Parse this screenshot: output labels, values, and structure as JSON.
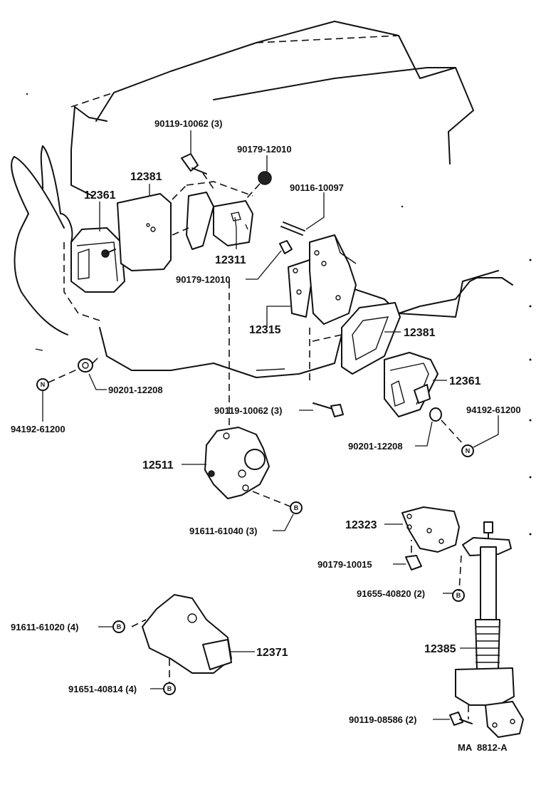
{
  "parts": {
    "p12361_left": "12361",
    "p12381_left": "12381",
    "p90119_top": "90119-10062 (3)",
    "p90179_top": "90179-12010",
    "p90116": "90116-10097",
    "p12311": "12311",
    "p90179_mid": "90179-12010",
    "p12315": "12315",
    "p12381_right": "12381",
    "p12361_right": "12361",
    "p90201_left": "90201-12208",
    "p94192_left": "94192-61200",
    "p90119_mid": "90119-10062 (3)",
    "p94192_right": "94192-61200",
    "p90201_right": "90201-12208",
    "p12511": "12511",
    "p91611_61040": "91611-61040 (3)",
    "p12323": "12323",
    "p90179_10015": "90179-10015",
    "p91655": "91655-40820 (2)",
    "p91611_61020": "91611-61020 (4)",
    "p12371": "12371",
    "p91651": "91651-40814 (4)",
    "p12385": "12385",
    "p90119_08586": "90119-08586 (2)"
  },
  "symbols": {
    "nut": "N",
    "bolt": "B"
  },
  "drawing_code": "MA  8812-A"
}
